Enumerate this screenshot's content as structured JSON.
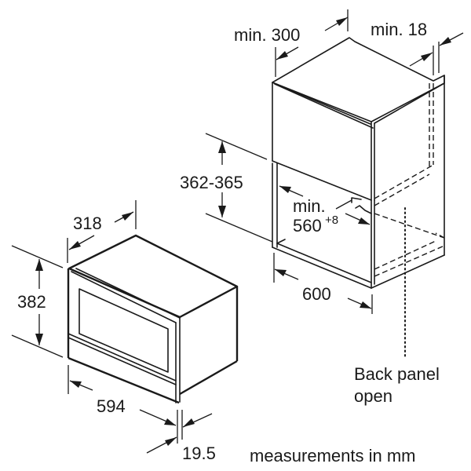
{
  "diagram": {
    "type": "installation-dimension-drawing",
    "units_note": "measurements in mm",
    "cabinet": {
      "dim_depth": "min. 300",
      "dim_side_panel": "min. 18",
      "dim_niche_height": "362-365",
      "dim_niche_width_line1": "min.",
      "dim_niche_width_line2": "560",
      "dim_niche_width_tolerance": "+8",
      "dim_cabinet_width": "600",
      "back_panel_line1": "Back panel",
      "back_panel_line2": "open"
    },
    "appliance": {
      "dim_depth": "318",
      "dim_height": "382",
      "dim_width": "594",
      "dim_front_thickness": "19.5"
    }
  }
}
